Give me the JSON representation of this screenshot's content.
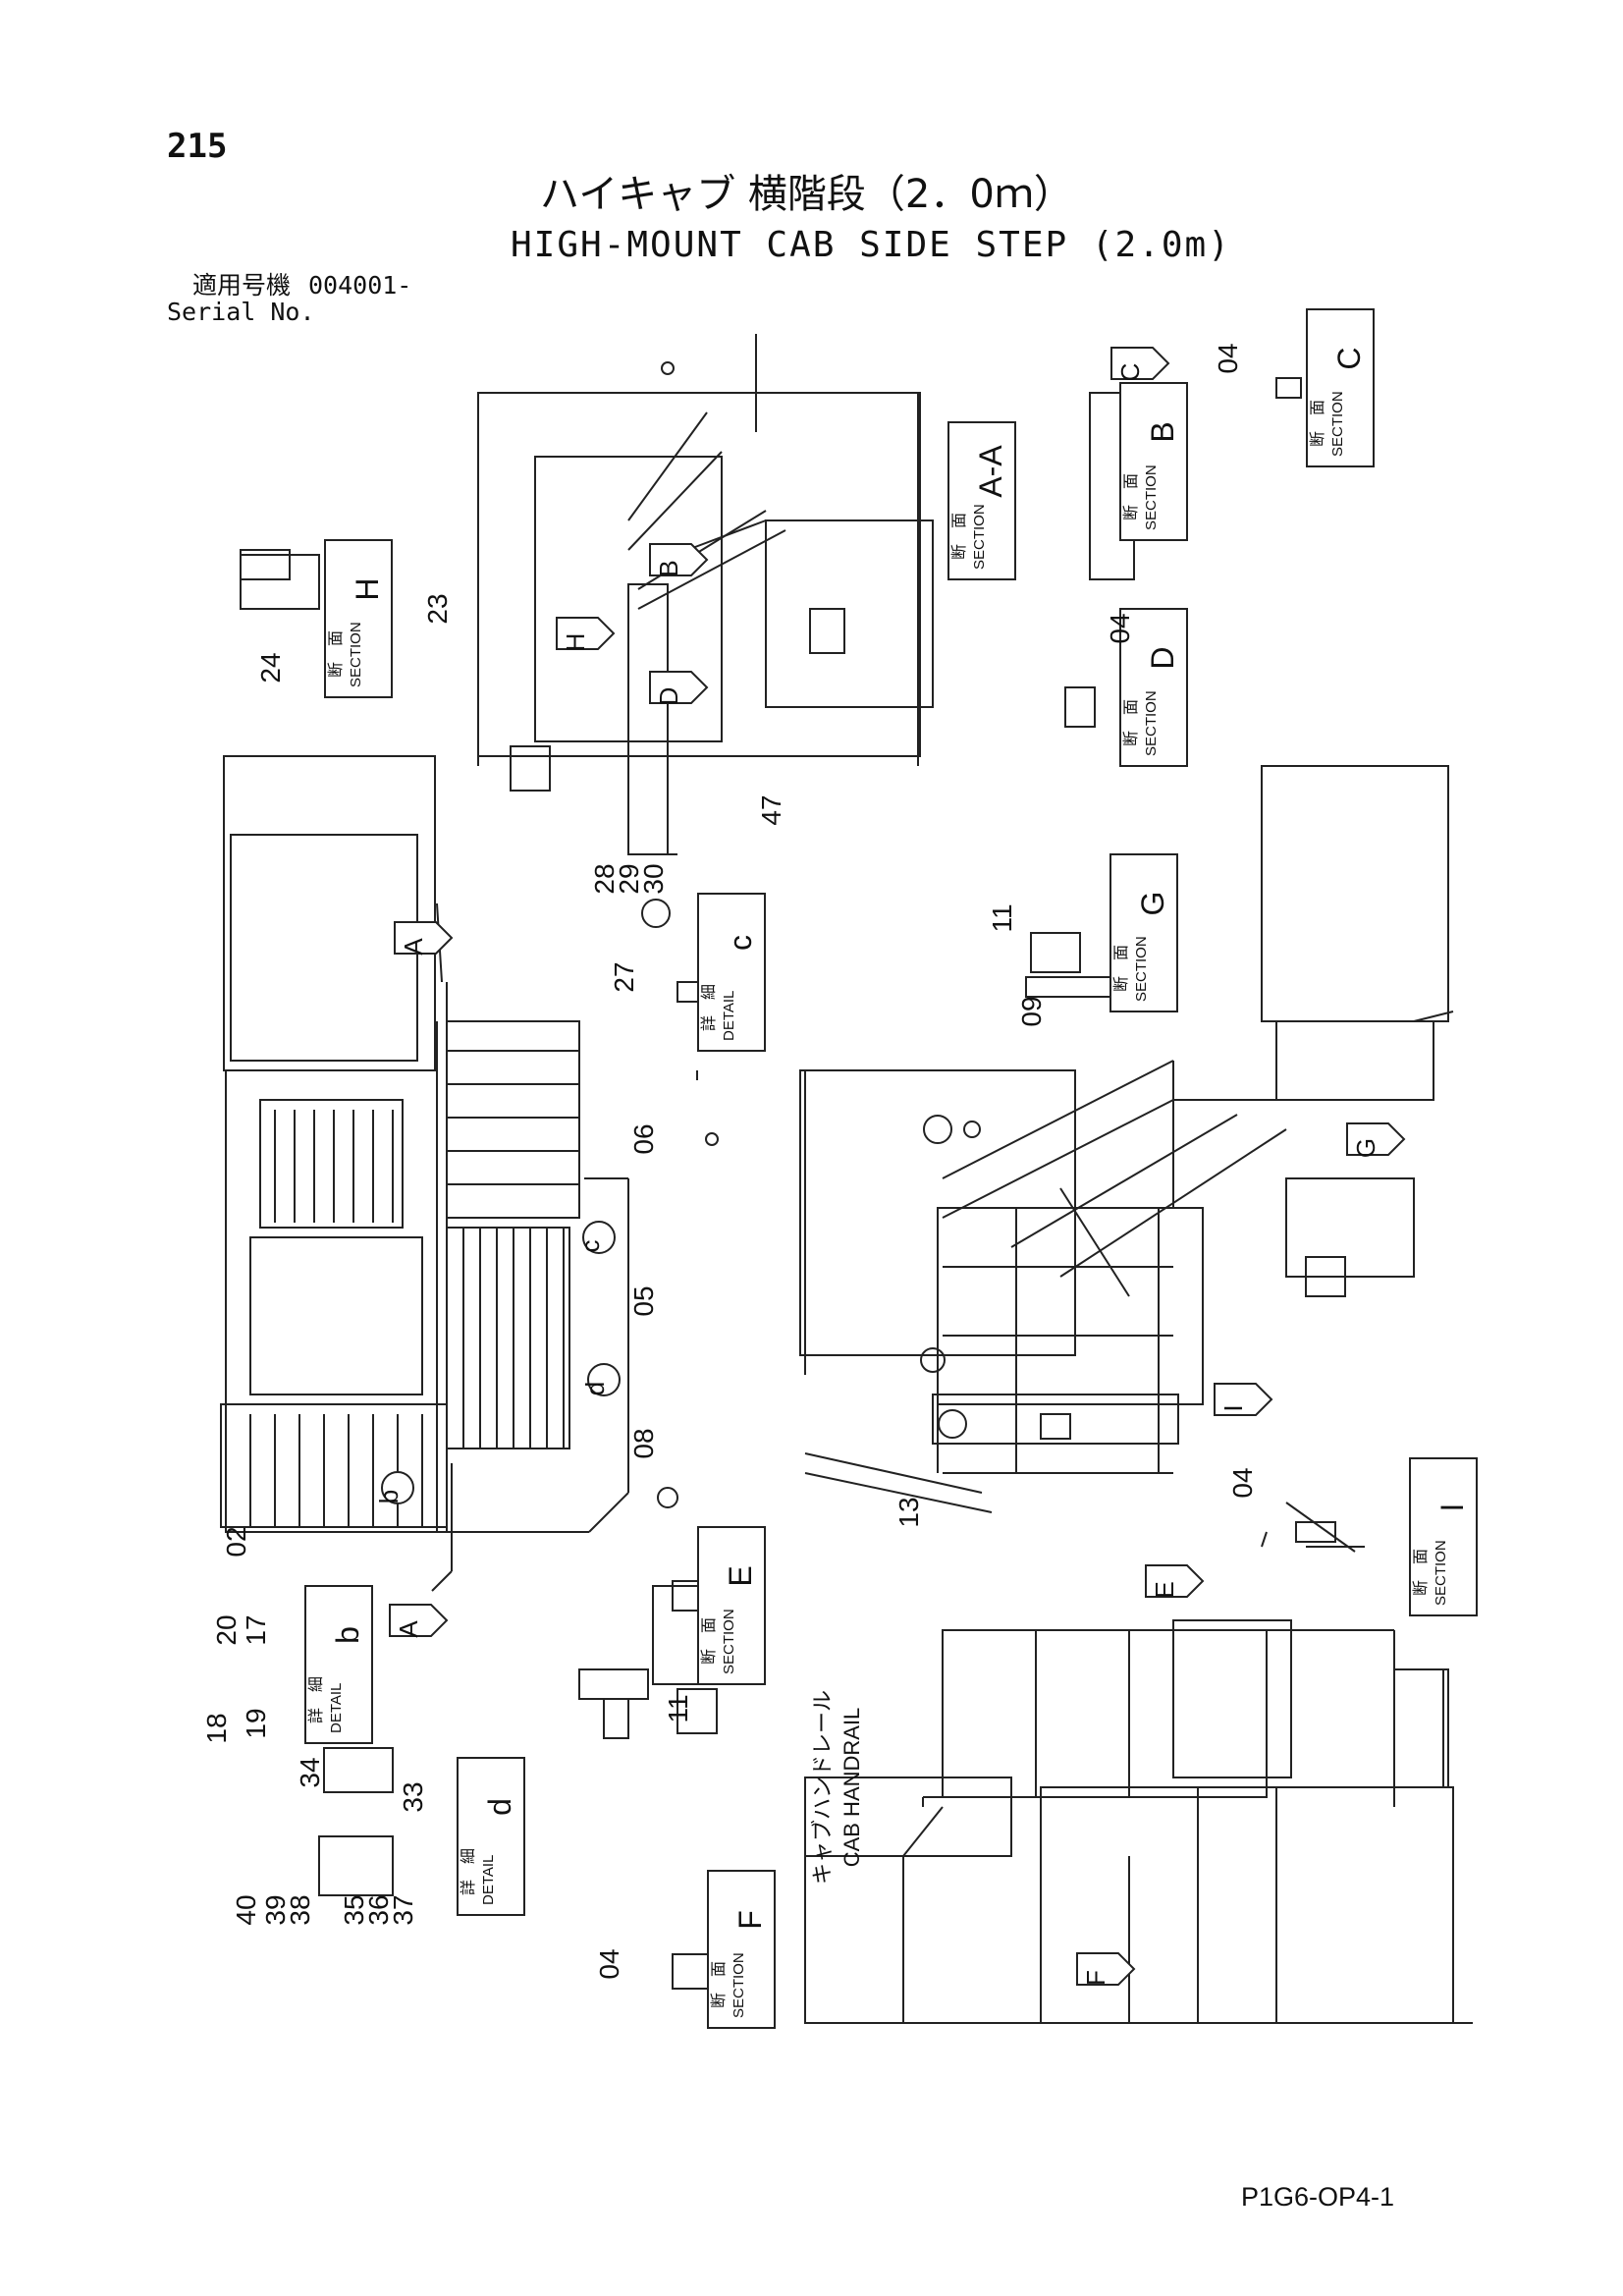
{
  "page": {
    "number": "215",
    "title_jp": "ハイキャブ 横階段（2．0ｍ）",
    "title_en": "HIGH-MOUNT CAB SIDE STEP (2.0m)",
    "serial_label_jp": "適用号機",
    "serial_value": "004001-",
    "serial_label_en": "Serial No.",
    "drawing_code": "P1G6-OP4-1"
  },
  "section_word_jp": "断　面",
  "detail_word_jp": "詳　細",
  "section_word_en": "SECTION",
  "detail_word_en": "DETAIL",
  "sections": [
    "A-A",
    "B",
    "C",
    "D",
    "E",
    "F",
    "G",
    "H",
    "I"
  ],
  "details": [
    "b",
    "c",
    "d"
  ],
  "handrail_label_jp": "キャブハンドレール",
  "handrail_label_en": "CAB HANDRAIL",
  "part_numbers": [
    "02",
    "04",
    "05",
    "06",
    "08",
    "09",
    "11",
    "13",
    "17",
    "18",
    "19",
    "20",
    "23",
    "24",
    "27",
    "28",
    "29",
    "30",
    "33",
    "34",
    "35",
    "36",
    "37",
    "38",
    "39",
    "40",
    "47"
  ],
  "view_arrows": [
    "A",
    "B",
    "C",
    "D",
    "E",
    "F",
    "G",
    "H",
    "I",
    "b",
    "c",
    "d"
  ]
}
